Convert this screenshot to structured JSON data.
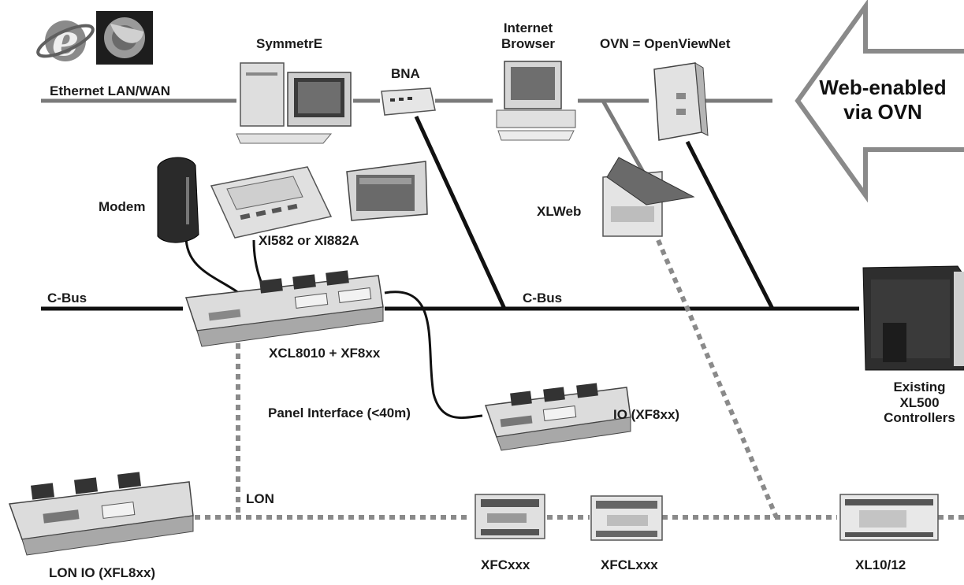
{
  "colors": {
    "backbone": "#777777",
    "bus": "#111111",
    "lon": "#888888",
    "device_body": "#d9d9d9",
    "device_dark": "#2b2b2b",
    "arrow_outline": "#8a8a8a"
  },
  "icons": [
    "internet-explorer-logo",
    "firefox-logo"
  ],
  "labels": {
    "ethernet": "Ethernet LAN/WAN",
    "symmetre": "SymmetrE",
    "bna": "BNA",
    "browser_line1": "Internet",
    "browser_line2": "Browser",
    "ovn": "OVN = OpenViewNet",
    "web_line1": "Web-enabled",
    "web_line2": "via OVN",
    "modem": "Modem",
    "xi582": "XI582  or  XI882A",
    "xlweb": "XLWeb",
    "cbus_left": "C-Bus",
    "cbus_center": "C-Bus",
    "xcl8010": "XCL8010 + XF8xx",
    "panel_interface": "Panel Interface (<40m)",
    "io_xf8xx": "IO (XF8xx)",
    "existing_line1": "Existing",
    "existing_line2": "XL500",
    "existing_line3": "Controllers",
    "lon": "LON",
    "lon_io": "LON IO (XFL8xx)",
    "xfcxxx": "XFCxxx",
    "xfclxxx": "XFCLxxx",
    "xl1012": "XL10/12"
  }
}
